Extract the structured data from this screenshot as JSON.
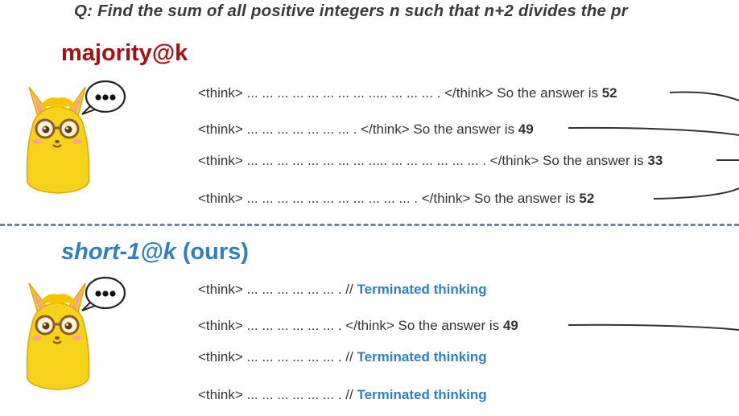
{
  "question": "Q: Find the sum of all positive integers n such that n+2 divides the pr",
  "majority": {
    "title": "majority@k",
    "rows": [
      {
        "text": "<think> ... ... ... ... ... ... ... ... ..... ... ... ... . </think> So the answer is ",
        "answer": "52"
      },
      {
        "text": "<think> ... ... ... ... ... ... ... . </think> So the answer is ",
        "answer": "49"
      },
      {
        "text": "<think> ... ... ... ... ... ... ... ... ..... ... ... ... ... ... ... . </think> So the answer is ",
        "answer": "33"
      },
      {
        "text": "<think> ... ... ... ... ... ... ... ... ... ... ... . </think> So the answer is ",
        "answer": "52"
      }
    ]
  },
  "short": {
    "title_em": "short-1@k",
    "title_rest": " (ours)",
    "rows": [
      {
        "text": "<think> ... ... ... ... ... ... . // ",
        "term": "Terminated thinking"
      },
      {
        "text": "<think> ... ... ... ... ... ... . </think> So the answer is ",
        "answer": "49"
      },
      {
        "text": "<think> ... ... ... ... ... ... . // ",
        "term": "Terminated thinking"
      },
      {
        "text": "<think> ... ... ... ... ... ... . // ",
        "term": "Terminated thinking"
      }
    ]
  },
  "colors": {
    "majority_title": "#a50f15",
    "short_title": "#2f7fc1",
    "terminated": "#2f7fc1",
    "llama": "#f7d21a",
    "divider": "#6f8794"
  },
  "icons": [
    "llama-icon",
    "speech-bubble-icon"
  ]
}
